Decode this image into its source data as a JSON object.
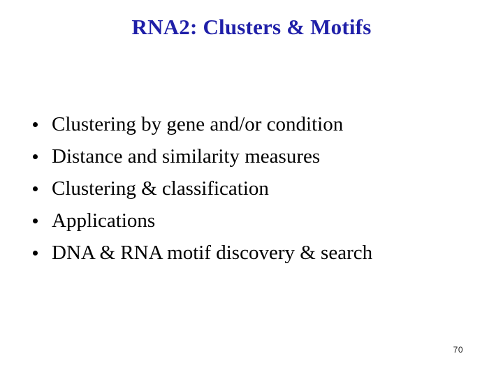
{
  "slide": {
    "title": "RNA2: Clusters & Motifs",
    "title_color": "#1f1fa8",
    "background_color": "#ffffff",
    "text_color": "#000000",
    "bullets": [
      {
        "marker": "bullet-dot",
        "text": "Clustering by gene and/or condition"
      },
      {
        "marker": "bullet-dot",
        "text": "Distance and similarity measures"
      },
      {
        "marker": "bullet-dot",
        "text": "Clustering & classification"
      },
      {
        "marker": "bullet-dot",
        "text": "Applications"
      },
      {
        "marker": "bullet-dot",
        "text": "DNA & RNA motif discovery & search"
      }
    ],
    "page_number": "70"
  }
}
